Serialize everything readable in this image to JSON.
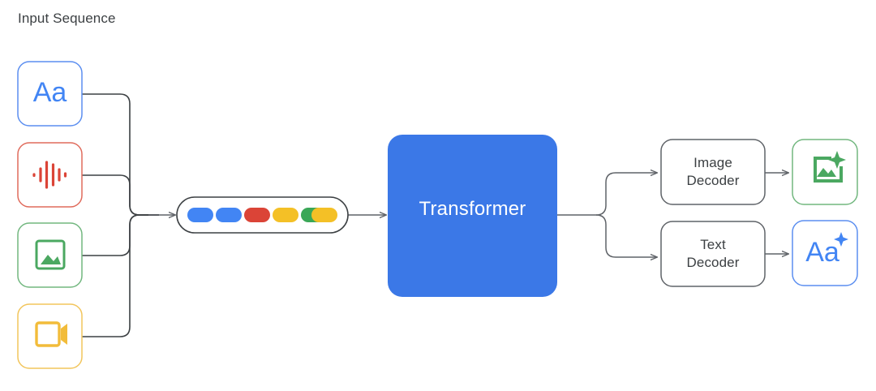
{
  "diagram": {
    "title_label": "Input Sequence",
    "colors": {
      "text": "#5b8ef0",
      "audio": "#e06b5c",
      "image": "#4ba861",
      "video": "#f2bc3a",
      "transformer_fill": "#3b78e7",
      "transformer_text": "#ffffff",
      "stroke": "#5f6368",
      "label_text": "#3c4043"
    },
    "inputs": [
      {
        "name": "text-input",
        "icon": "text-Aa-icon",
        "glyph": "Aa",
        "color_key": "text"
      },
      {
        "name": "audio-input",
        "icon": "audio-waveform-icon",
        "glyph": "",
        "color_key": "audio"
      },
      {
        "name": "image-input",
        "icon": "image-picture-icon",
        "glyph": "",
        "color_key": "image"
      },
      {
        "name": "video-input",
        "icon": "video-camera-icon",
        "glyph": "",
        "color_key": "video"
      }
    ],
    "token_sequence": {
      "name": "token-sequence-pill",
      "tokens": [
        {
          "color": "#4285f4"
        },
        {
          "color": "#4285f4"
        },
        {
          "color": "#db4437"
        },
        {
          "color": "#f4c026"
        },
        {
          "color": "#3aa757"
        },
        {
          "color": "#f4c026"
        }
      ]
    },
    "transformer": {
      "label": "Transformer"
    },
    "decoders": [
      {
        "name": "image-decoder",
        "line1": "Image",
        "line2": "Decoder"
      },
      {
        "name": "text-decoder",
        "line1": "Text",
        "line2": "Decoder"
      }
    ],
    "outputs": [
      {
        "name": "image-output",
        "icon": "image-sparkle-icon",
        "glyph": "",
        "color_key": "image"
      },
      {
        "name": "text-output",
        "icon": "text-sparkle-icon",
        "glyph": "Aa",
        "color_key": "text"
      }
    ]
  }
}
